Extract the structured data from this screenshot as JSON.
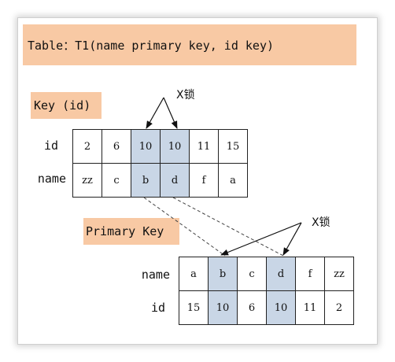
{
  "table_title": "Table：T1(name primary key, id key)",
  "key_section": {
    "label": "Key (id)",
    "rows": [
      {
        "label": "id",
        "cells": [
          "2",
          "6",
          "10",
          "10",
          "11",
          "15"
        ]
      },
      {
        "label": "name",
        "cells": [
          "zz",
          "c",
          "b",
          "d",
          "f",
          "a"
        ]
      }
    ],
    "highlight_columns": [
      2,
      3
    ],
    "lock_label": "X锁"
  },
  "pk_section": {
    "label": "Primary Key",
    "rows": [
      {
        "label": "name",
        "cells": [
          "a",
          "b",
          "c",
          "d",
          "f",
          "zz"
        ]
      },
      {
        "label": "id",
        "cells": [
          "15",
          "10",
          "6",
          "10",
          "11",
          "2"
        ]
      }
    ],
    "highlight_columns": [
      1,
      3
    ],
    "lock_label": "X锁"
  },
  "colors": {
    "label_fill": "#f8c9a4",
    "highlight_fill": "#c9d6e6"
  }
}
